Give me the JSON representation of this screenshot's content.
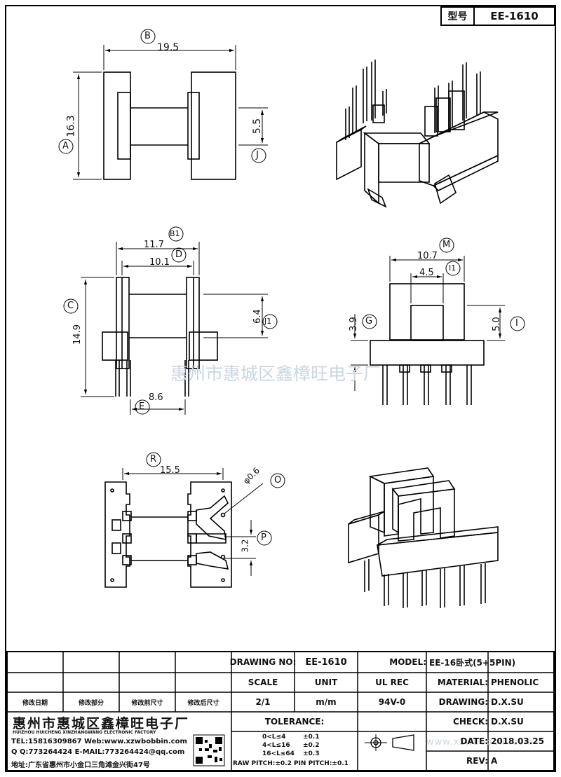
{
  "header": {
    "model_label": "型号",
    "model_value": "EE-1610"
  },
  "views": {
    "top": {
      "dim_width": "19.5",
      "dim_height": "16.3",
      "dim_gap": "5.5",
      "callouts": {
        "width": "B",
        "height": "A",
        "gap": "J"
      }
    },
    "front": {
      "dim_b1": "11.7",
      "dim_d": "10.1",
      "dim_height": "14.9",
      "dim_j1": "6.4",
      "dim_e": "8.6",
      "callouts": {
        "b1": "B1",
        "d": "D",
        "height": "C",
        "j1": "J1",
        "e": "E"
      }
    },
    "side": {
      "dim_width": "10.7",
      "dim_inner": "4.5",
      "dim_left": "3.9",
      "dim_right": "5.0",
      "callouts": {
        "width": "M",
        "inner": "I1",
        "left": "G",
        "right": "I"
      }
    },
    "bottom": {
      "dim_width": "15.5",
      "dim_hole": "φ0.6",
      "dim_pitch": "3.2",
      "callouts": {
        "width": "R",
        "hole": "O",
        "pitch": "P"
      }
    }
  },
  "watermark": {
    "center": "惠州市惠城区鑫樟旺电子厂",
    "bottom": "www.xzwbobbin.com"
  },
  "title_block": {
    "drawing_no_label": "DRAWING NO:",
    "drawing_no_value": "EE-1610",
    "model_label": "MODEL:",
    "model_value": "EE-16卧式(5+5PIN)",
    "scale_label": "SCALE",
    "unit_label": "UNIT",
    "ul_rec_label": "UL REC",
    "material_label": "MATERIAL:",
    "material_value": "PHENOLIC",
    "scale_value": "2/1",
    "unit_value": "m/m",
    "ul_rec_value": "94V-0",
    "drawing_label": "DRAWING:",
    "drawing_value": "D.X.SU",
    "check_label": "CHECK:",
    "check_value": "D.X.SU",
    "date_label": "DATE:",
    "date_value": "2018.03.25",
    "rev_label": "REV:",
    "rev_value": "A",
    "rev_headers": [
      "修改日期",
      "修改部分",
      "修改前尺寸",
      "修改后尺寸"
    ],
    "tolerance_label": "TOLERANCE:",
    "tolerance_rows": [
      {
        "range": "0<L≤4",
        "value": "±0.1"
      },
      {
        "range": "4<L≤16",
        "value": "±0.2"
      },
      {
        "range": "16<L≤64",
        "value": "±0.3"
      }
    ],
    "raw_pitch": "RAW PITCH:±0.2 PIN PITCH:±0.1",
    "company_cn": "惠州市惠城区鑫樟旺电子厂",
    "company_en": "HUIZHOU HUICHENG XINZHANGWANG ELECTRONIC FACTORY",
    "tel": "TEL:15816309867 Web:www.xzwbobbin.com",
    "qq": "Q Q:773264424 E-MAIL:773264424@qq.com",
    "address": "地址:广东省惠州市小金口三角滩金兴街47号"
  }
}
